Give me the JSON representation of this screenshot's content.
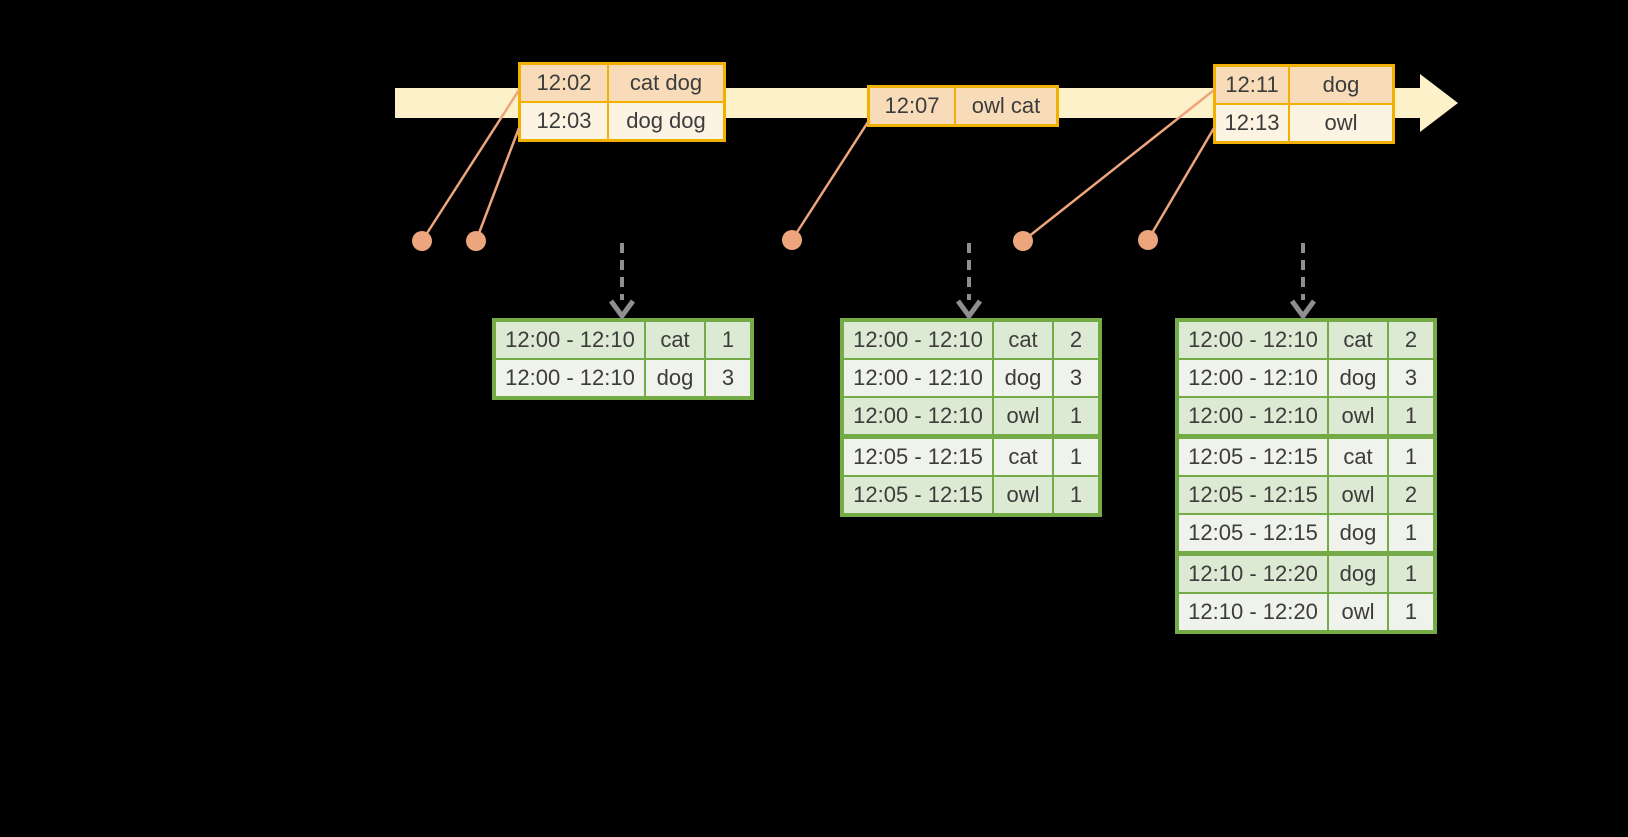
{
  "colors": {
    "background": "#000000",
    "timeline_band": "#fdf1c9",
    "event_border": "#f2b100",
    "event_row_dark": "#f8dcba",
    "event_row_light": "#fdf3e2",
    "connector_salmon": "#eca57d",
    "trigger_arrow_gray": "#8f8f8f",
    "result_border": "#74ab47",
    "result_row_dark": "#dce9d3",
    "result_row_light": "#eff3eb",
    "text": "#3c3c3c"
  },
  "event_tables": [
    {
      "rows": [
        {
          "time": "12:02",
          "words": "cat dog"
        },
        {
          "time": "12:03",
          "words": "dog dog"
        }
      ]
    },
    {
      "rows": [
        {
          "time": "12:07",
          "words": "owl cat"
        }
      ]
    },
    {
      "rows": [
        {
          "time": "12:11",
          "words": "dog"
        },
        {
          "time": "12:13",
          "words": "owl"
        }
      ]
    }
  ],
  "result_tables": [
    {
      "rows": [
        {
          "window": "12:00 - 12:10",
          "word": "cat",
          "count": "1"
        },
        {
          "window": "12:00 - 12:10",
          "word": "dog",
          "count": "3"
        }
      ]
    },
    {
      "rows": [
        {
          "window": "12:00 - 12:10",
          "word": "cat",
          "count": "2"
        },
        {
          "window": "12:00 - 12:10",
          "word": "dog",
          "count": "3"
        },
        {
          "window": "12:00 - 12:10",
          "word": "owl",
          "count": "1"
        },
        {
          "window": "12:05 - 12:15",
          "word": "cat",
          "count": "1"
        },
        {
          "window": "12:05 - 12:15",
          "word": "owl",
          "count": "1"
        }
      ]
    },
    {
      "rows": [
        {
          "window": "12:00 - 12:10",
          "word": "cat",
          "count": "2"
        },
        {
          "window": "12:00 - 12:10",
          "word": "dog",
          "count": "3"
        },
        {
          "window": "12:00 - 12:10",
          "word": "owl",
          "count": "1"
        },
        {
          "window": "12:05 - 12:15",
          "word": "cat",
          "count": "1"
        },
        {
          "window": "12:05 - 12:15",
          "word": "owl",
          "count": "2"
        },
        {
          "window": "12:05 - 12:15",
          "word": "dog",
          "count": "1"
        },
        {
          "window": "12:10 - 12:20",
          "word": "dog",
          "count": "1"
        },
        {
          "window": "12:10 - 12:20",
          "word": "owl",
          "count": "1"
        }
      ]
    }
  ]
}
